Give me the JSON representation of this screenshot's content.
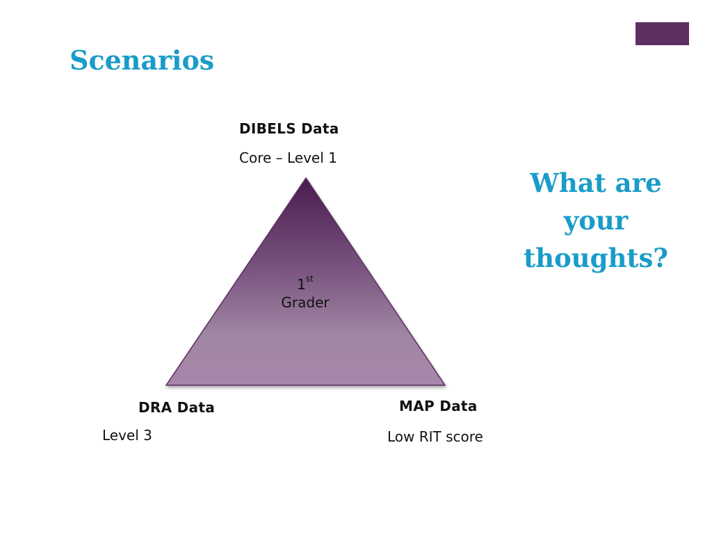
{
  "slide": {
    "title": "Scenarios",
    "question": "What are your thoughts?"
  },
  "colors": {
    "accent_blue": "#1a9cc8",
    "corner_purple": "#5e2f63",
    "triangle_top": "#4a1b4f",
    "triangle_bottom": "#a887aa"
  },
  "pyramid": {
    "center": {
      "ordinal_number": "1",
      "ordinal_suffix": "st",
      "word": "Grader"
    },
    "top": {
      "heading": "DIBELS Data",
      "detail": "Core – Level 1"
    },
    "bottom_left": {
      "heading": "DRA Data",
      "detail": "Level 3"
    },
    "bottom_right": {
      "heading": "MAP Data",
      "detail": "Low RIT score"
    }
  }
}
